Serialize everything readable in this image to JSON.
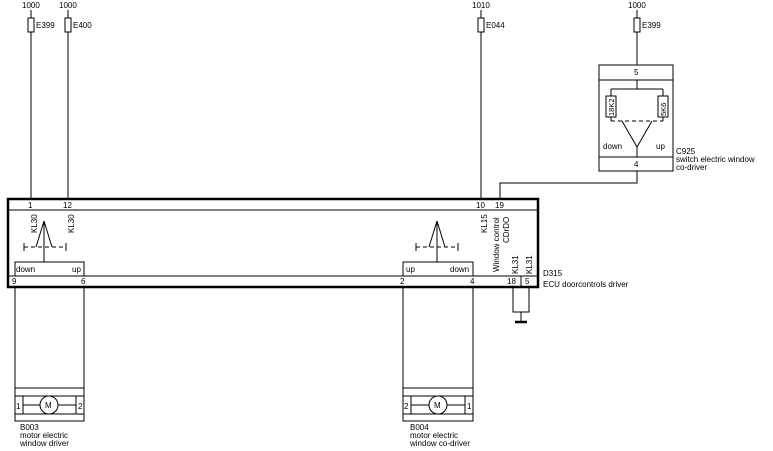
{
  "fuses": [
    {
      "id": "fuse-e399-left",
      "voltage": "1000",
      "label": "E399"
    },
    {
      "id": "fuse-e400",
      "voltage": "1000",
      "label": "E400"
    },
    {
      "id": "fuse-e044",
      "voltage": "1010",
      "label": "E044"
    },
    {
      "id": "fuse-e399-right",
      "voltage": "1000",
      "label": "E399"
    }
  ],
  "ecu": {
    "ref": "D315",
    "name": "ECU doorcontrols driver",
    "top_pins": [
      "1",
      "12",
      "10",
      "19"
    ],
    "top_labels": [
      "KL30",
      "KL30",
      "KL15",
      "Window control",
      "CDrDO"
    ],
    "bottom_pins": [
      "9",
      "6",
      "2",
      "4",
      "18",
      "5"
    ],
    "ground_labels": [
      "KL31",
      "KL31"
    ],
    "switch_left": {
      "down": "down",
      "up": "up"
    },
    "switch_right": {
      "up": "up",
      "down": "down"
    }
  },
  "switch_c925": {
    "ref": "C925",
    "name_line1": "switch electric window",
    "name_line2": "co-driver",
    "pin_top": "5",
    "pin_bottom": "4",
    "res_left": "18K2",
    "res_right": "5K6",
    "down": "down",
    "up": "up"
  },
  "motors": [
    {
      "ref": "B003",
      "line1": "motor electric",
      "line2": "window driver",
      "symbol": "M",
      "pin_left": "1",
      "pin_right": "2"
    },
    {
      "ref": "B004",
      "line1": "motor electric",
      "line2": "window co-driver",
      "symbol": "M",
      "pin_left": "2",
      "pin_right": "1"
    }
  ]
}
